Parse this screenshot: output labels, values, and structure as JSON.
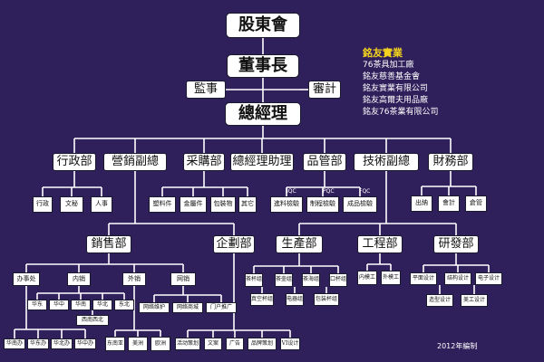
{
  "top": {
    "shareholders": "股東會",
    "board": "董事長",
    "supervisor": "監事",
    "auditor": "審計",
    "gm": "總經理"
  },
  "departments": [
    "行政部",
    "營銷副總",
    "采購部",
    "總經理助理",
    "品管部",
    "技術副總",
    "財務部"
  ],
  "admin_units": [
    "行政",
    "文秘",
    "人事"
  ],
  "purchase_units": [
    "塑料件",
    "金屬件",
    "包裝物",
    "其它"
  ],
  "qc_labels": [
    "IQC",
    "PQC",
    "FQC"
  ],
  "qc_units": [
    "進料檢驗",
    "制程檢驗",
    "成品檢驗"
  ],
  "finance_units": [
    "出納",
    "會計",
    "倉管"
  ],
  "level2": [
    "銷售部",
    "企劃部",
    "生產部",
    "工程部",
    "研發部"
  ],
  "sales_groups": [
    "办事处",
    "内销",
    "外销",
    "网销"
  ],
  "office_units": [
    "华南办",
    "华东办",
    "华北办",
    "华中办"
  ],
  "domestic_regions": [
    "华东",
    "华中",
    "华南",
    "华北",
    "东北",
    "西南西北"
  ],
  "export_units": [
    "东南亚",
    "美洲",
    "欧洲"
  ],
  "online_units": [
    "网络维护",
    "网络商城",
    "门户推广"
  ],
  "planning_units": [
    "活动策划",
    "文案",
    "广告",
    "品牌策划",
    "VI设计"
  ],
  "production_units": [
    "茶杯组",
    "茶壶组",
    "茶海组",
    "口杯组",
    "真空杯组",
    "电器组",
    "包装杯组"
  ],
  "engineering_units": [
    "内模工",
    "外模工"
  ],
  "rnd_units": [
    "平面设计",
    "结构设计",
    "电子设计",
    "造型设计",
    "美工设计"
  ],
  "companies": {
    "title": "銘友實業",
    "items": [
      "76茶具加工廠",
      "銘友慈善基金會",
      "銘友實業有限公司",
      "銘友高爾夫用品廠",
      "銘友76茶業有限公司"
    ]
  },
  "footer": "2012年編制",
  "colors": {
    "background": "#2f1f5a",
    "line": "#ffffff",
    "box": "#ffffff",
    "accent": "#f2d21e"
  }
}
